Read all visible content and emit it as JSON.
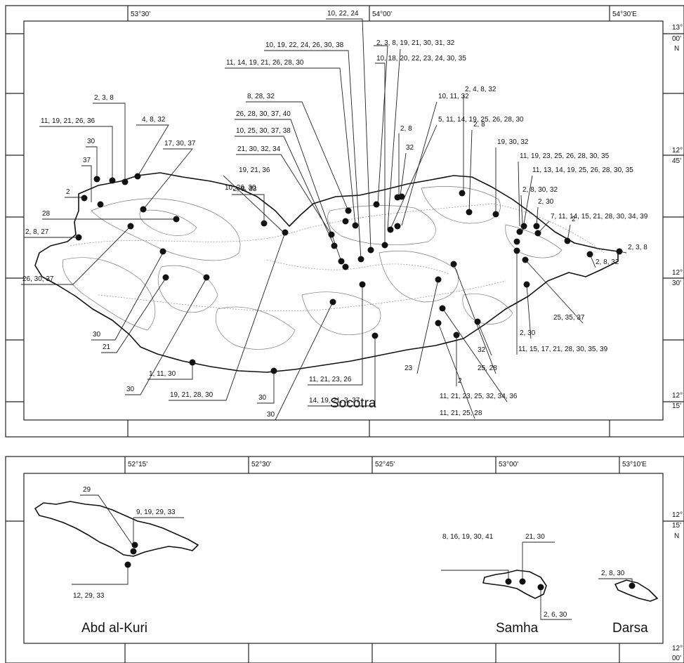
{
  "top_map": {
    "longitude_ticks": [
      "53°30'",
      "54°00'",
      "54°30'E"
    ],
    "latitude_ticks": [
      {
        "deg": "13°",
        "min": "00'",
        "hem": "N"
      },
      {
        "deg": "12°",
        "min": "45'"
      },
      {
        "deg": "12°",
        "min": "30'"
      },
      {
        "deg": "12°",
        "min": "15'"
      }
    ],
    "island_name": "Socotra",
    "site_labels": [
      "2, 3, 8",
      "11, 19, 21, 26, 36",
      "30",
      "37",
      "2",
      "28",
      "2, 8, 27",
      "4, 8, 32",
      "17, 30, 37",
      "26, 30, 37",
      "30",
      "21",
      "30",
      "1, 11, 30",
      "19, 21, 28, 30",
      "30",
      "10, 22, 24",
      "10, 19, 22, 24, 26, 30, 38",
      "11, 14, 19, 21, 26, 28, 30",
      "8, 28, 32",
      "26, 28, 30, 37, 40",
      "10, 25, 30, 37, 38",
      "21, 30, 32, 34",
      "19, 21, 36",
      "10, 26, 30",
      "2, 8, 33",
      "2, 3, 8, 19, 21, 30, 31, 32",
      "10, 18, 20, 22, 23, 24, 30, 35",
      "10, 11, 32",
      "5, 11, 14, 19, 25, 26, 28, 30",
      "2, 4, 8, 32",
      "2, 8",
      "2, 8",
      "32",
      "19, 30, 32",
      "11, 19, 23, 25, 26, 28, 30, 35",
      "11, 13, 14, 19, 25, 26, 28, 30, 35",
      "2, 8, 30, 32",
      "2, 30",
      "7, 11, 14, 15, 21, 28, 30, 34, 39",
      "2",
      "2, 3, 8",
      "2, 8, 32",
      "25, 35, 37",
      "2, 30",
      "11, 15, 17, 21, 28, 30, 35, 39",
      "32",
      "25, 28",
      "23",
      "2",
      "11, 21, 23, 25, 32, 34, 36",
      "11, 21, 25, 28",
      "11, 21, 23, 26",
      "14, 19, 21, 3, 37",
      "30"
    ]
  },
  "bottom_map": {
    "longitude_ticks": [
      "52°15'",
      "52°30'",
      "52°45'",
      "53°00'",
      "53°10'E"
    ],
    "latitude_ticks": [
      {
        "deg": "12°",
        "min": "15'",
        "hem": "N"
      },
      {
        "deg": "12°",
        "min": "00'"
      }
    ],
    "islands": [
      {
        "name": "Abd al-Kuri",
        "site_labels": [
          "29",
          "9, 19, 29, 33",
          "12, 29, 33"
        ]
      },
      {
        "name": "Samha",
        "site_labels": [
          "8, 16, 19, 30, 41",
          "21, 30",
          "2, 6, 30"
        ]
      },
      {
        "name": "Darsa",
        "site_labels": [
          "2, 8, 30"
        ]
      }
    ]
  }
}
